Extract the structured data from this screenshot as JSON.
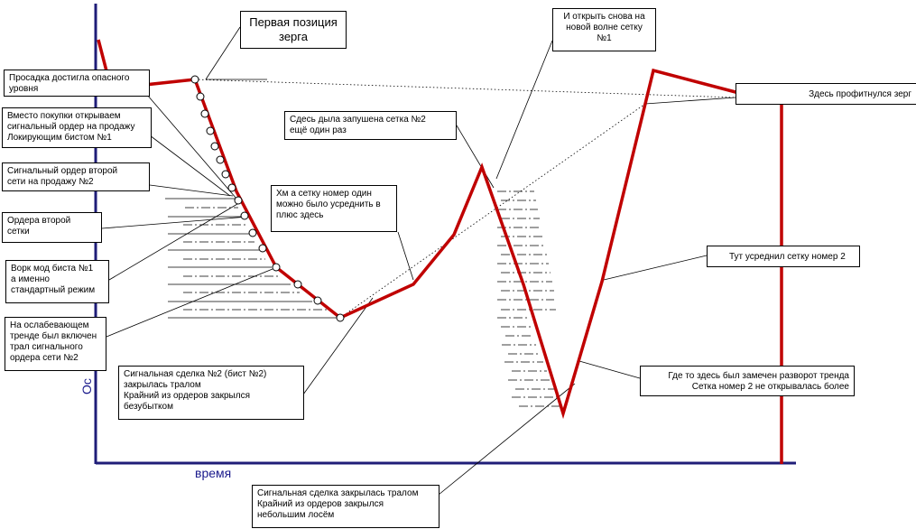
{
  "axes": {
    "x_label": "время",
    "y_label": "Ос"
  },
  "colors": {
    "axis": "#1f1d78",
    "price_line": "#c00000",
    "grid_lines": "#000000"
  },
  "callouts": {
    "first_position": "Первая позиция\nзерга",
    "drawdown": "Просадка достигла опасного\nуровня",
    "instead_buy": "Вместо покупки открываем\nсигнальный ордер на продажу\nЛокирующим бистом №1",
    "signal_second_grid": "Сигнальный ордер второй\nсети на продажу №2",
    "second_grid_orders": "Ордера второй\nсетки",
    "work_mode": "Ворк мод биста №1\nа именно\nстандартный режим",
    "weakening_trend": "На  ослабевающем\nтренде был включен\nтрал сигнального\nордера сети №2",
    "signal_closed_trailing": "Сигнальная сделка №2 (бист №2)\nзакрылась тралом\nКрайний из ордеров закрылся\nбезубытком",
    "average_grid_one": "Хм а сетку номер один\nможно было усреднить в\nплюс здесь",
    "grid_two_launched": "Сдесь дыла запушена сетка №2\nещё один раз",
    "reopen_grid_one": "И открыть снова на\nновой волне сетку\n№1",
    "zerg_profit": "Здесь профитнулся зерг",
    "averaged_grid_two": "Тут усреднил сетку номер 2",
    "trend_reversal": "Где то здесь был замечен разворот тренда\nСетка номер 2 не открывалась более",
    "signal_closed_loss": "Сигнальная сделка закрылась тралом\nКрайний из ордеров закрылся\nнебольшим лосём"
  }
}
